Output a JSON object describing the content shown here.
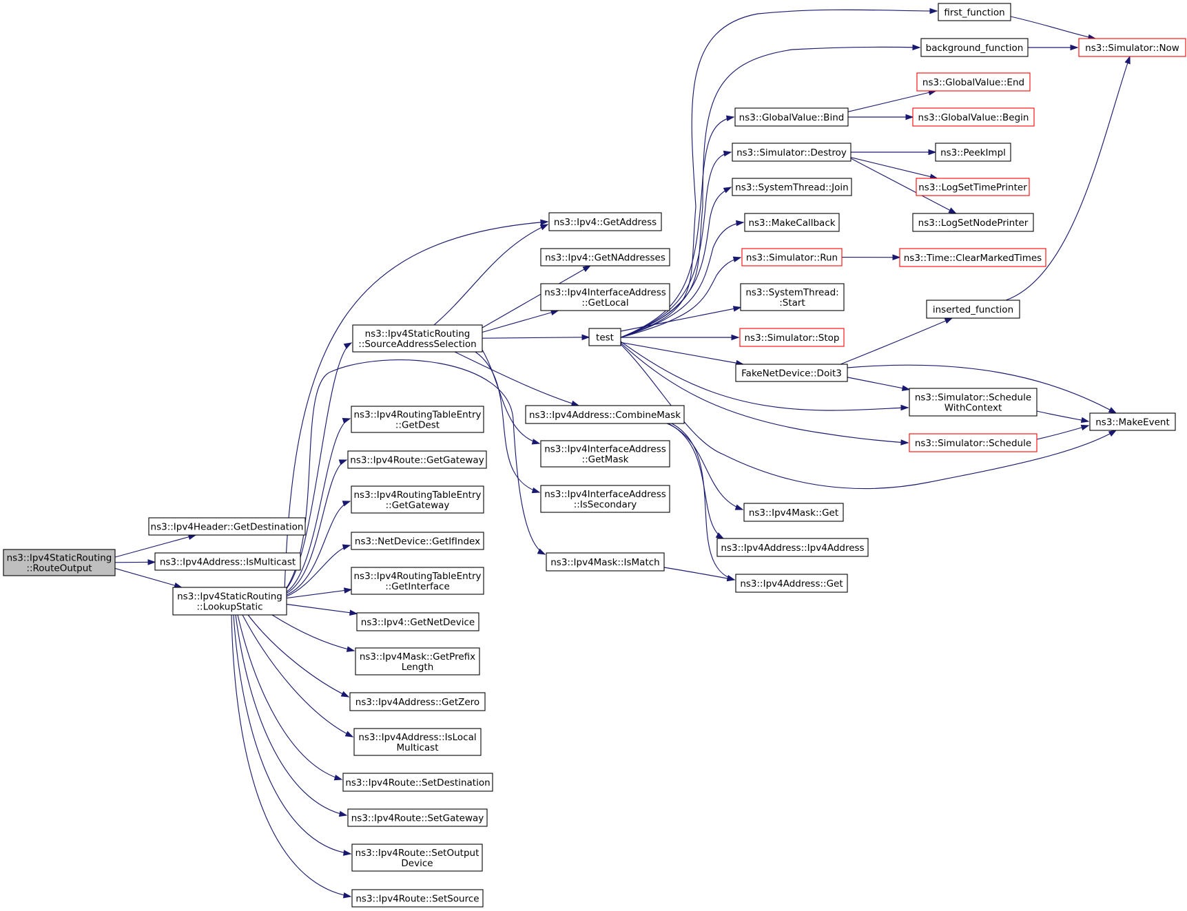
{
  "nodes": [
    {
      "id": "root",
      "lines": [
        "ns3::Ipv4StaticRouting",
        "::RouteOutput"
      ],
      "style": "root"
    },
    {
      "id": "getdestination",
      "lines": [
        "ns3::Ipv4Header::GetDestination"
      ]
    },
    {
      "id": "ismulticast",
      "lines": [
        "ns3::Ipv4Address::IsMulticast"
      ]
    },
    {
      "id": "lookupstatic",
      "lines": [
        "ns3::Ipv4StaticRouting",
        "::LookupStatic"
      ]
    },
    {
      "id": "sas",
      "lines": [
        "ns3::Ipv4StaticRouting",
        "::SourceAddressSelection"
      ]
    },
    {
      "id": "rte_getdest",
      "lines": [
        "ns3::Ipv4RoutingTableEntry",
        "::GetDest"
      ]
    },
    {
      "id": "route_getgateway",
      "lines": [
        "ns3::Ipv4Route::GetGateway"
      ]
    },
    {
      "id": "rte_getgateway",
      "lines": [
        "ns3::Ipv4RoutingTableEntry",
        "::GetGateway"
      ]
    },
    {
      "id": "getifindex",
      "lines": [
        "ns3::NetDevice::GetIfIndex"
      ]
    },
    {
      "id": "rte_getinterface",
      "lines": [
        "ns3::Ipv4RoutingTableEntry",
        "::GetInterface"
      ]
    },
    {
      "id": "getnetdevice",
      "lines": [
        "ns3::Ipv4::GetNetDevice"
      ]
    },
    {
      "id": "getprefixlength",
      "lines": [
        "ns3::Ipv4Mask::GetPrefix",
        "Length"
      ]
    },
    {
      "id": "getzero",
      "lines": [
        "ns3::Ipv4Address::GetZero"
      ]
    },
    {
      "id": "islocalmulticast",
      "lines": [
        "ns3::Ipv4Address::IsLocal",
        "Multicast"
      ]
    },
    {
      "id": "setdestination",
      "lines": [
        "ns3::Ipv4Route::SetDestination"
      ]
    },
    {
      "id": "setgateway",
      "lines": [
        "ns3::Ipv4Route::SetGateway"
      ]
    },
    {
      "id": "setoutputdevice",
      "lines": [
        "ns3::Ipv4Route::SetOutput",
        "Device"
      ]
    },
    {
      "id": "setsource",
      "lines": [
        "ns3::Ipv4Route::SetSource"
      ]
    },
    {
      "id": "ipv4_getaddress",
      "lines": [
        "ns3::Ipv4::GetAddress"
      ]
    },
    {
      "id": "getnaddresses",
      "lines": [
        "ns3::Ipv4::GetNAddresses"
      ]
    },
    {
      "id": "iaddr_getlocal",
      "lines": [
        "ns3::Ipv4InterfaceAddress",
        "::GetLocal"
      ]
    },
    {
      "id": "test",
      "lines": [
        "test"
      ]
    },
    {
      "id": "combinemask",
      "lines": [
        "ns3::Ipv4Address::CombineMask"
      ]
    },
    {
      "id": "iaddr_getmask",
      "lines": [
        "ns3::Ipv4InterfaceAddress",
        "::GetMask"
      ]
    },
    {
      "id": "issecondary",
      "lines": [
        "ns3::Ipv4InterfaceAddress",
        "::IsSecondary"
      ]
    },
    {
      "id": "ismatch",
      "lines": [
        "ns3::Ipv4Mask::IsMatch"
      ]
    },
    {
      "id": "first_function",
      "lines": [
        "first_function"
      ]
    },
    {
      "id": "background_function",
      "lines": [
        "background_function"
      ]
    },
    {
      "id": "gv_bind",
      "lines": [
        "ns3::GlobalValue::Bind"
      ]
    },
    {
      "id": "sim_destroy",
      "lines": [
        "ns3::Simulator::Destroy"
      ]
    },
    {
      "id": "st_join",
      "lines": [
        "ns3::SystemThread::Join"
      ]
    },
    {
      "id": "makecallback",
      "lines": [
        "ns3::MakeCallback"
      ]
    },
    {
      "id": "sim_run",
      "lines": [
        "ns3::Simulator::Run"
      ],
      "style": "red"
    },
    {
      "id": "st_start",
      "lines": [
        "ns3::SystemThread:",
        ":Start"
      ]
    },
    {
      "id": "sim_stop",
      "lines": [
        "ns3::Simulator::Stop"
      ],
      "style": "red"
    },
    {
      "id": "doit3",
      "lines": [
        "FakeNetDevice::Doit3"
      ]
    },
    {
      "id": "mask_get",
      "lines": [
        "ns3::Ipv4Mask::Get"
      ]
    },
    {
      "id": "addr_ctor",
      "lines": [
        "ns3::Ipv4Address::Ipv4Address"
      ]
    },
    {
      "id": "addr_get",
      "lines": [
        "ns3::Ipv4Address::Get"
      ]
    },
    {
      "id": "sim_now",
      "lines": [
        "ns3::Simulator::Now"
      ],
      "style": "red"
    },
    {
      "id": "gv_end",
      "lines": [
        "ns3::GlobalValue::End"
      ],
      "style": "red"
    },
    {
      "id": "gv_begin",
      "lines": [
        "ns3::GlobalValue::Begin"
      ],
      "style": "red"
    },
    {
      "id": "peekimpl",
      "lines": [
        "ns3::PeekImpl"
      ]
    },
    {
      "id": "logsettimeprinter",
      "lines": [
        "ns3::LogSetTimePrinter"
      ],
      "style": "red"
    },
    {
      "id": "logsetnodeprinter",
      "lines": [
        "ns3::LogSetNodePrinter"
      ]
    },
    {
      "id": "clearmarkedtimes",
      "lines": [
        "ns3::Time::ClearMarkedTimes"
      ],
      "style": "red"
    },
    {
      "id": "inserted_function",
      "lines": [
        "inserted_function"
      ]
    },
    {
      "id": "schedulewithcontext",
      "lines": [
        "ns3::Simulator::Schedule",
        "WithContext"
      ]
    },
    {
      "id": "sim_schedule",
      "lines": [
        "ns3::Simulator::Schedule"
      ],
      "style": "red"
    },
    {
      "id": "makeevent",
      "lines": [
        "ns3::MakeEvent"
      ]
    }
  ],
  "edges": [
    [
      "root",
      "getdestination"
    ],
    [
      "root",
      "ismulticast"
    ],
    [
      "root",
      "lookupstatic"
    ],
    [
      "lookupstatic",
      "sas"
    ],
    [
      "lookupstatic",
      "rte_getdest"
    ],
    [
      "lookupstatic",
      "route_getgateway"
    ],
    [
      "lookupstatic",
      "rte_getgateway"
    ],
    [
      "lookupstatic",
      "getifindex"
    ],
    [
      "lookupstatic",
      "rte_getinterface"
    ],
    [
      "lookupstatic",
      "getnetdevice"
    ],
    [
      "lookupstatic",
      "getprefixlength"
    ],
    [
      "lookupstatic",
      "getzero"
    ],
    [
      "lookupstatic",
      "islocalmulticast"
    ],
    [
      "lookupstatic",
      "setdestination"
    ],
    [
      "lookupstatic",
      "setgateway"
    ],
    [
      "lookupstatic",
      "setoutputdevice"
    ],
    [
      "lookupstatic",
      "setsource"
    ],
    [
      "lookupstatic",
      "ipv4_getaddress"
    ],
    [
      "lookupstatic",
      "ismatch"
    ],
    [
      "sas",
      "ipv4_getaddress"
    ],
    [
      "sas",
      "getnaddresses"
    ],
    [
      "sas",
      "iaddr_getlocal"
    ],
    [
      "sas",
      "test"
    ],
    [
      "sas",
      "combinemask"
    ],
    [
      "sas",
      "iaddr_getmask"
    ],
    [
      "sas",
      "issecondary"
    ],
    [
      "test",
      "first_function"
    ],
    [
      "test",
      "background_function"
    ],
    [
      "test",
      "gv_bind"
    ],
    [
      "test",
      "sim_destroy"
    ],
    [
      "test",
      "st_join"
    ],
    [
      "test",
      "makecallback"
    ],
    [
      "test",
      "sim_run"
    ],
    [
      "test",
      "st_start"
    ],
    [
      "test",
      "sim_stop"
    ],
    [
      "test",
      "doit3"
    ],
    [
      "test",
      "schedulewithcontext"
    ],
    [
      "test",
      "sim_schedule"
    ],
    [
      "test",
      "makeevent"
    ],
    [
      "combinemask",
      "mask_get"
    ],
    [
      "combinemask",
      "addr_ctor"
    ],
    [
      "combinemask",
      "addr_get"
    ],
    [
      "ismatch",
      "addr_get"
    ],
    [
      "first_function",
      "sim_now"
    ],
    [
      "background_function",
      "sim_now"
    ],
    [
      "gv_bind",
      "gv_end"
    ],
    [
      "gv_bind",
      "gv_begin"
    ],
    [
      "sim_destroy",
      "peekimpl"
    ],
    [
      "sim_destroy",
      "logsettimeprinter"
    ],
    [
      "sim_destroy",
      "logsetnodeprinter"
    ],
    [
      "sim_run",
      "clearmarkedtimes"
    ],
    [
      "doit3",
      "inserted_function"
    ],
    [
      "doit3",
      "schedulewithcontext"
    ],
    [
      "doit3",
      "makeevent"
    ],
    [
      "inserted_function",
      "sim_now"
    ],
    [
      "schedulewithcontext",
      "makeevent"
    ],
    [
      "sim_schedule",
      "makeevent"
    ]
  ]
}
